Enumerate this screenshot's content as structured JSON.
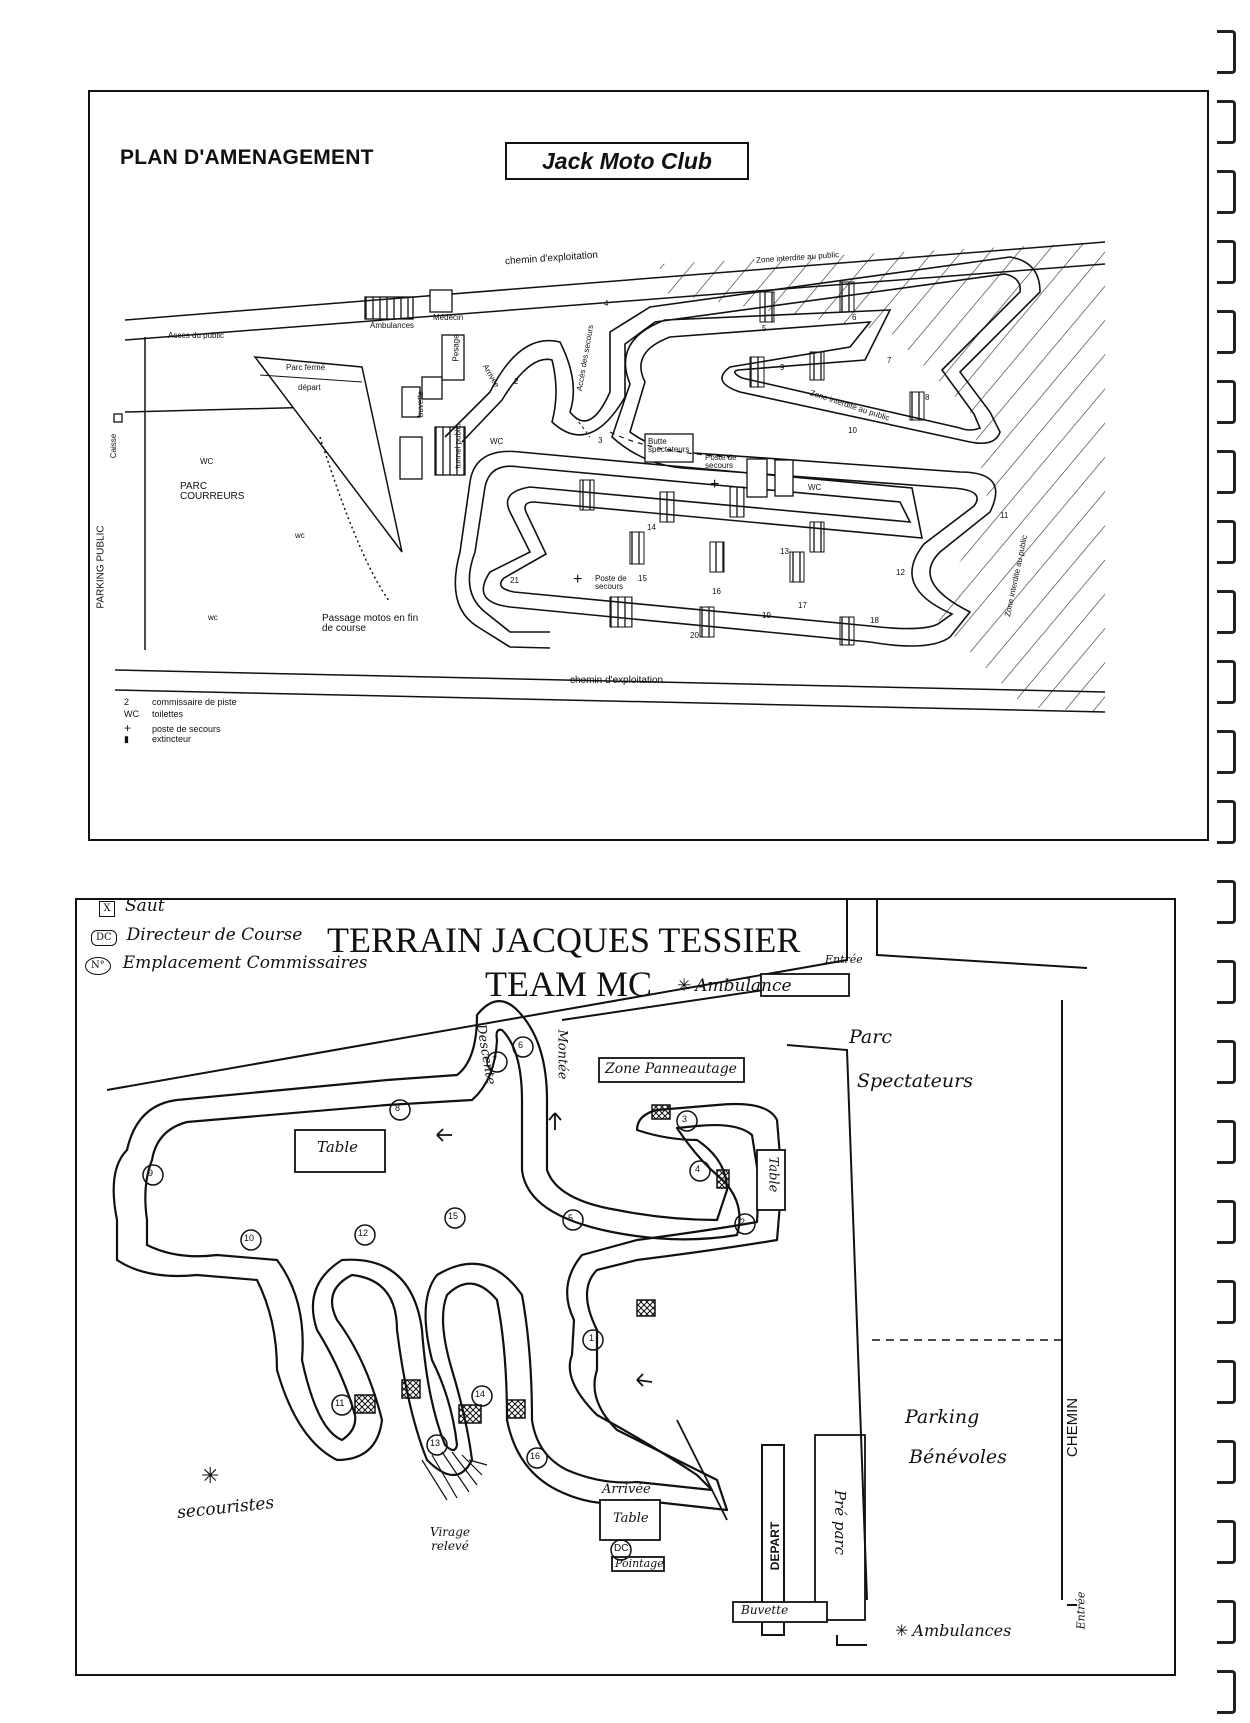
{
  "map1": {
    "title": "PLAN D'AMENAGEMENT",
    "club": "Jack Moto Club",
    "labels": {
      "road_top": "chemin d'exploitation",
      "road_bottom": "chemin d'exploitation",
      "zone_top": "Zone interdite au public",
      "zone_inner": "Zone interdite au public",
      "zone_right": "Zone interdite au public",
      "acces_public": "Acces du public",
      "ambulances": "Ambulances",
      "medecin": "Médecin",
      "parc_ferme": "Parc fermé",
      "depart": "départ",
      "arrivee": "Arrivée",
      "acces_secours": "Accès des secours",
      "butte": "Butte spectateurs",
      "poste_secours_1": "Poste de secours",
      "poste_secours_2": "Poste de secours",
      "parc_courreurs": "PARC COURREURS",
      "parking_public": "PARKING PUBLIC",
      "caisse": "Caisse",
      "passage": "Passage motos en fin de course",
      "wc": "WC",
      "wc_lower": "wc",
      "buvette": "buvette",
      "pesage": "Pesage",
      "tunnel": "tunnel public"
    },
    "marshal_numbers": [
      "2",
      "3",
      "4",
      "5",
      "6",
      "7",
      "8",
      "9",
      "10",
      "11",
      "12",
      "13",
      "14",
      "15",
      "16",
      "17",
      "18",
      "19",
      "20",
      "21"
    ],
    "legend": [
      {
        "key": "2",
        "text": "commissaire de piste"
      },
      {
        "key": "WC",
        "text": "toilettes"
      },
      {
        "key": "+",
        "text": "poste de secours"
      },
      {
        "key": "▮",
        "text": "extincteur"
      }
    ]
  },
  "map2": {
    "title_line1": "TERRAIN JACQUES TESSIER",
    "title_line2": "TEAM MC",
    "legend": [
      {
        "key": "X",
        "text": "Saut"
      },
      {
        "key": "DC",
        "text": "Directeur de Course"
      },
      {
        "key": "N°",
        "text": "Emplacement Commissaires"
      }
    ],
    "labels": {
      "entree_top": "Entrée",
      "entree_right": "Entrée",
      "ambulance_top": "Ambulance",
      "ambulances_bottom": "Ambulances",
      "zone_panneautage": "Zone Panneautage",
      "parc": "Parc",
      "spectateurs": "Spectateurs",
      "parking": "Parking",
      "benevoles": "Bénévoles",
      "chemin": "CHEMIN",
      "pre_parc": "Pré parc",
      "depart": "DEPART",
      "table_1": "Table",
      "table_2": "Table",
      "table_3": "Table",
      "descente": "Descente",
      "montee": "Montée",
      "arrivee": "Arrivée",
      "dc": "DC",
      "pointage": "Pointage",
      "buvette": "Buvette",
      "secouristes": "secouristes",
      "virage": "Virage relevé"
    },
    "marshal_numbers": [
      "1",
      "2",
      "3",
      "4",
      "5",
      "6",
      "7",
      "8",
      "9",
      "10",
      "11",
      "12",
      "13",
      "14",
      "15",
      "16"
    ]
  },
  "colors": {
    "ink": "#111111",
    "paper": "#ffffff"
  }
}
